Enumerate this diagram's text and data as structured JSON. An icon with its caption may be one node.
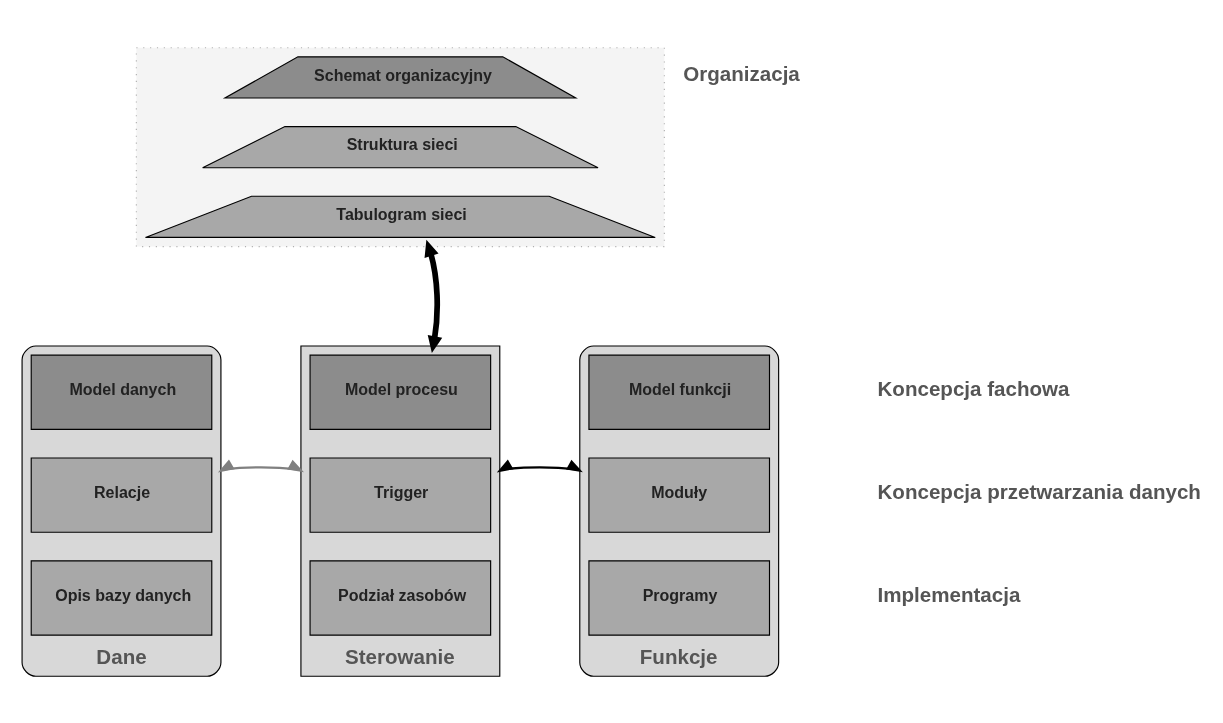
{
  "diagram": {
    "nodes": [
      {
        "text": [],
        "shape": "triangle"
      },
      {
        "text": [
          "Schemat organizacyjny"
        ],
        "in": 0
      },
      {
        "text": [
          "Struktura sieci"
        ],
        "in": 0
      },
      {
        "text": [
          "Tabulogram sieci"
        ],
        "in": 0
      },
      {
        "text": [],
        "shape": "cylinder",
        "beside": [
          "Dane"
        ]
      },
      {
        "text": [
          "Model danych"
        ],
        "in": 4
      },
      {
        "text": [
          "Relacje"
        ],
        "in": 4
      },
      {
        "text": [
          "Opis bazy danych"
        ],
        "in": 4
      },
      {
        "text": [],
        "shape": "box",
        "beside": [
          "Sterowanie"
        ]
      },
      {
        "text": [
          "Model procesu"
        ],
        "in": 8
      },
      {
        "text": [
          "Trigger"
        ],
        "in": 8
      },
      {
        "text": [
          "Podział zasobów"
        ],
        "in": 8
      },
      {
        "text": [],
        "shape": "cylinder",
        "beside": [
          "Funkcje"
        ]
      },
      {
        "text": [
          "Model funkcji"
        ],
        "in": 12
      },
      {
        "text": [
          "Moduły"
        ],
        "in": 12
      },
      {
        "text": [
          "Programy"
        ],
        "in": 12
      }
    ],
    "edges": [
      {
        "from": 0,
        "to": 8,
        "arrow": "both",
        "style": "thick",
        "color": "#000000"
      },
      {
        "from": 4,
        "to": 8,
        "arrow": "both",
        "color": "#808080"
      },
      {
        "from": 8,
        "to": 12,
        "arrow": "both",
        "color": "#000000"
      }
    ],
    "labels": [
      "Organizacja",
      "Koncepcja fachowa",
      "Koncepcja przetwarzania danych",
      "Implementacja"
    ]
  }
}
